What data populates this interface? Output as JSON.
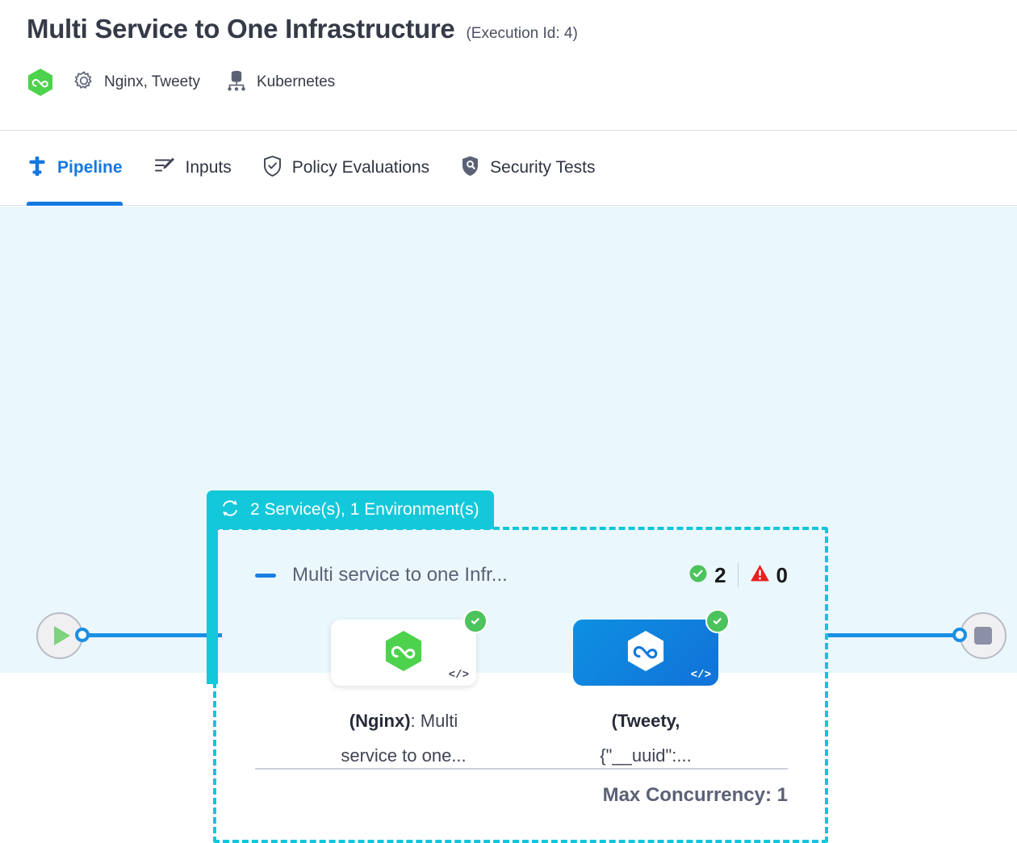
{
  "header": {
    "title": "Multi Service to One Infrastructure",
    "execution_id_label": "(Execution Id: 4)",
    "brand_icon": "hexagon-infinity-icon",
    "services_icon": "gear-icon",
    "services_text": "Nginx, Tweety",
    "infrastructure_icon": "cluster-database-icon",
    "infrastructure_text": "Kubernetes"
  },
  "tabs": [
    {
      "label": "Pipeline",
      "icon": "pipeline-icon",
      "active": true
    },
    {
      "label": "Inputs",
      "icon": "pencil-lines-icon",
      "active": false
    },
    {
      "label": "Policy Evaluations",
      "icon": "shield-check-icon",
      "active": false
    },
    {
      "label": "Security Tests",
      "icon": "shield-search-icon",
      "active": false
    }
  ],
  "canvas": {
    "background_color": "#eaf8fd",
    "start_node": {
      "icon": "play-icon",
      "name": "start-node"
    },
    "end_node": {
      "icon": "stop-icon",
      "name": "end-node"
    },
    "edge_color": "#1a8fe3"
  },
  "group": {
    "badge_icon": "loop-repeat-icon",
    "badge_text": "2 Service(s), 1 Environment(s)",
    "badge_color": "#13c8da",
    "border_color": "#10c6dc",
    "collapse_icon": "minus-collapse-icon",
    "title": "Multi service to one Infr...",
    "success_icon": "check-circle-icon",
    "success_count": "2",
    "warning_icon": "warning-triangle-icon",
    "warning_count": "0",
    "max_concurrency_label": "Max Concurrency: 1"
  },
  "nodes": [
    {
      "name": "node-nginx",
      "icon": "hexagon-infinity-icon",
      "status_icon": "check-circle-icon",
      "code_icon": "code-brackets-icon",
      "label_bold": "(Nginx)",
      "label_rest": ": Multi service to one...",
      "style": "white"
    },
    {
      "name": "node-tweety",
      "icon": "hexagon-infinity-icon",
      "status_icon": "check-circle-icon",
      "code_icon": "code-brackets-icon",
      "label_bold": "(Tweety,",
      "label_rest": "{\"__uuid\":...",
      "style": "blue"
    }
  ]
}
